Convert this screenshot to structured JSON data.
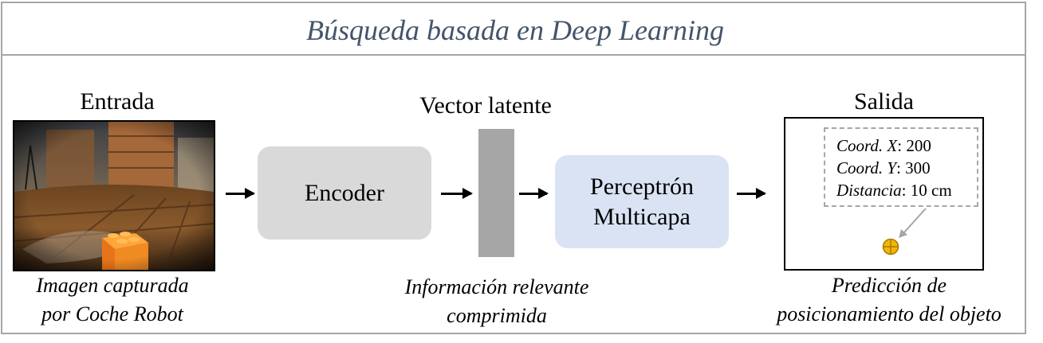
{
  "title": "Búsqueda basada en Deep Learning",
  "input": {
    "heading": "Entrada",
    "caption_line1": "Imagen capturada",
    "caption_line2": "por Coche Robot"
  },
  "encoder": {
    "label": "Encoder"
  },
  "latent": {
    "heading": "Vector latente",
    "caption_line1": "Información relevante",
    "caption_line2": "comprimida"
  },
  "mlp": {
    "label_line1": "Perceptrón",
    "label_line2": "Multicapa"
  },
  "output": {
    "heading": "Salida",
    "coord_x_label": "Coord. X",
    "coord_x_value": ": 200",
    "coord_y_label": "Coord. Y",
    "coord_y_value": ": 300",
    "distance_label": "Distancia",
    "distance_value": ": 10 cm",
    "caption_line1": "Predicción de",
    "caption_line2": "posicionamiento del objeto"
  },
  "colors": {
    "title": "#44546a",
    "encoder_fill": "#d9d9d9",
    "mlp_fill": "#dae3f3",
    "latent_fill": "#a6a6a6",
    "target_fill": "#f2b705"
  }
}
